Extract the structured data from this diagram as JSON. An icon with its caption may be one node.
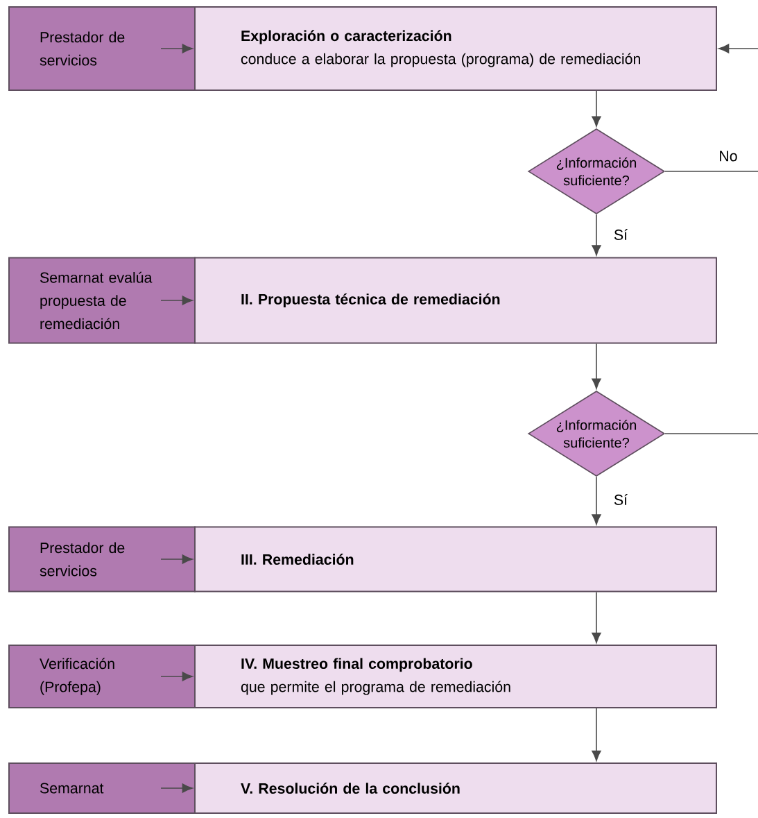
{
  "diagram": {
    "nodes": [
      {
        "text": [
          "Prestador de servicios"
        ]
      },
      {
        "text": [
          "Exploración o caracterización",
          "conduce a elaborar la propuesta (programa) de remediación"
        ]
      },
      {
        "text": [
          "¿Información suficiente?"
        ]
      },
      {
        "text": [
          "Semarnat evalúa propuesta de remediación"
        ]
      },
      {
        "text": [
          "II. Propuesta técnica de remediación"
        ]
      },
      {
        "text": [
          "¿Información suficiente?"
        ]
      },
      {
        "text": [
          "Prestador de servicios"
        ]
      },
      {
        "text": [
          "III. Remediación"
        ]
      },
      {
        "text": [
          "Verificación (Profepa)"
        ]
      },
      {
        "text": [
          "IV. Muestreo final comprobatorio",
          "que permite el programa de remediación"
        ]
      },
      {
        "text": [
          "Semarnat"
        ]
      },
      {
        "text": [
          "V. Resolución de la conclusión"
        ]
      }
    ],
    "edges": [
      {
        "from": 0,
        "to": 1,
        "arrow": "to"
      },
      {
        "from": 1,
        "to": 2,
        "arrow": "to"
      },
      {
        "from": 2,
        "to": null,
        "arrow": "none",
        "label": "No"
      },
      {
        "from": null,
        "to": 1,
        "arrow": "to"
      },
      {
        "from": 2,
        "to": 4,
        "arrow": "to",
        "label": "Sí"
      },
      {
        "from": 3,
        "to": 4,
        "arrow": "to"
      },
      {
        "from": 4,
        "to": 5,
        "arrow": "to"
      },
      {
        "from": 5,
        "to": null,
        "arrow": "none"
      },
      {
        "from": 5,
        "to": 7,
        "arrow": "to",
        "label": "Sí"
      },
      {
        "from": 6,
        "to": 7,
        "arrow": "to"
      },
      {
        "from": 7,
        "to": 9,
        "arrow": "to"
      },
      {
        "from": 8,
        "to": 9,
        "arrow": "to"
      },
      {
        "from": 9,
        "to": 11,
        "arrow": "to"
      },
      {
        "from": 10,
        "to": 11,
        "arrow": "to"
      }
    ]
  }
}
